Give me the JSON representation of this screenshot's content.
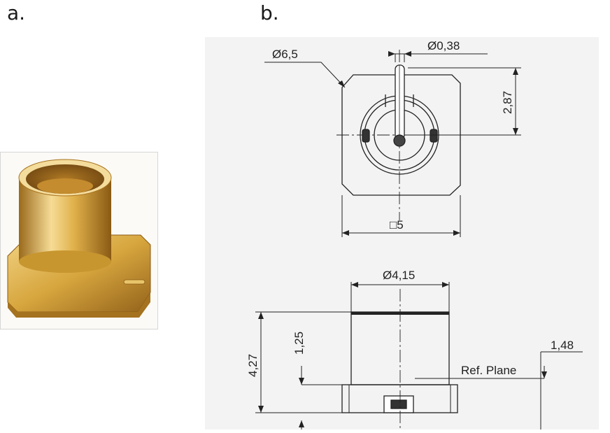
{
  "panels": {
    "a": {
      "label": "a."
    },
    "b": {
      "label": "b."
    }
  },
  "drawing": {
    "top_view": {
      "diameter_flange": "Ø6,5",
      "diameter_pin": "Ø0,38",
      "pin_offset": "2,87",
      "square_size": "□5"
    },
    "side_view": {
      "diameter_body": "Ø4,15",
      "total_height": "4,27",
      "base_height": "1,25",
      "ref_offset": "1,48",
      "ref_plane": "Ref. Plane"
    }
  },
  "colors": {
    "gold_light": "#f3d58a",
    "gold_mid": "#d9a93c",
    "gold_dark": "#8a5a14",
    "line": "#222222"
  }
}
